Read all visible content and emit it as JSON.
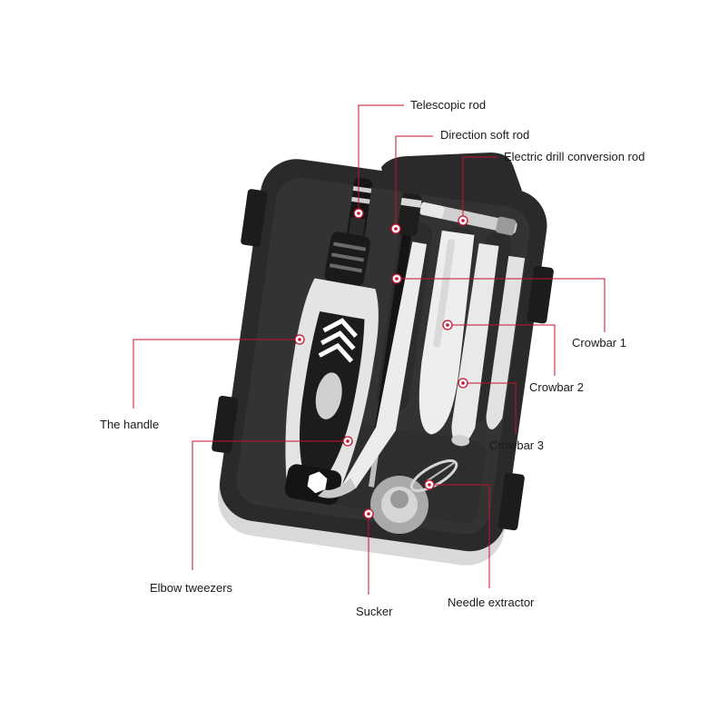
{
  "colors": {
    "leader": "#c8102e",
    "case_body": "#2a2a2a",
    "case_rim": "#d9d9d9",
    "tray": "#3a3a3a",
    "tool_light": "#e6e6e6",
    "tool_dark": "#1e1e1e"
  },
  "labels": {
    "telescopic_rod": "Telescopic rod",
    "direction_soft_rod": "Direction soft rod",
    "electric_drill_conversion_rod": "Electric drill conversion rod",
    "crowbar_1": "Crowbar 1",
    "crowbar_2": "Crowbar 2",
    "crowbar_3": "Crowbar 3",
    "the_handle": "The handle",
    "elbow_tweezers": "Elbow tweezers",
    "sucker": "Sucker",
    "needle_extractor": "Needle extractor"
  }
}
